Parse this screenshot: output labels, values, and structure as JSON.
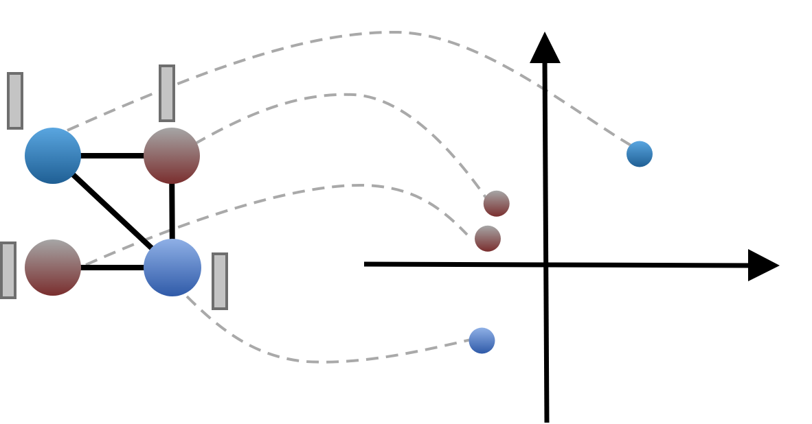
{
  "colors": {
    "edge": "#000000",
    "mapping_line": "#a9a9a9",
    "bar_fill": "#c4c4c4",
    "bar_stroke": "#6e6e6e",
    "axis": "#000000",
    "node_blue_top": "#5aa6e0",
    "node_blue_bottom": "#1f5f94",
    "node_periwinkle_top": "#8fb0e6",
    "node_periwinkle_bottom": "#2f5aa8",
    "node_gray_top": "#a6a6a6",
    "node_gray_bottom": "#7a2e2e"
  },
  "graph": {
    "nodes": [
      {
        "id": "a",
        "color": "blue"
      },
      {
        "id": "b",
        "color": "gray"
      },
      {
        "id": "c",
        "color": "gray"
      },
      {
        "id": "d",
        "color": "periwinkle"
      }
    ],
    "edges": [
      [
        "a",
        "b"
      ],
      [
        "a",
        "d"
      ],
      [
        "b",
        "d"
      ],
      [
        "c",
        "d"
      ]
    ]
  },
  "embedding": {
    "points": [
      {
        "node": "a",
        "x": 1.6,
        "y": 1.9
      },
      {
        "node": "b",
        "x": -0.85,
        "y": 1.05
      },
      {
        "node": "c",
        "x": -1.0,
        "y": 0.45
      },
      {
        "node": "d",
        "x": -1.1,
        "y": -1.3
      }
    ]
  }
}
